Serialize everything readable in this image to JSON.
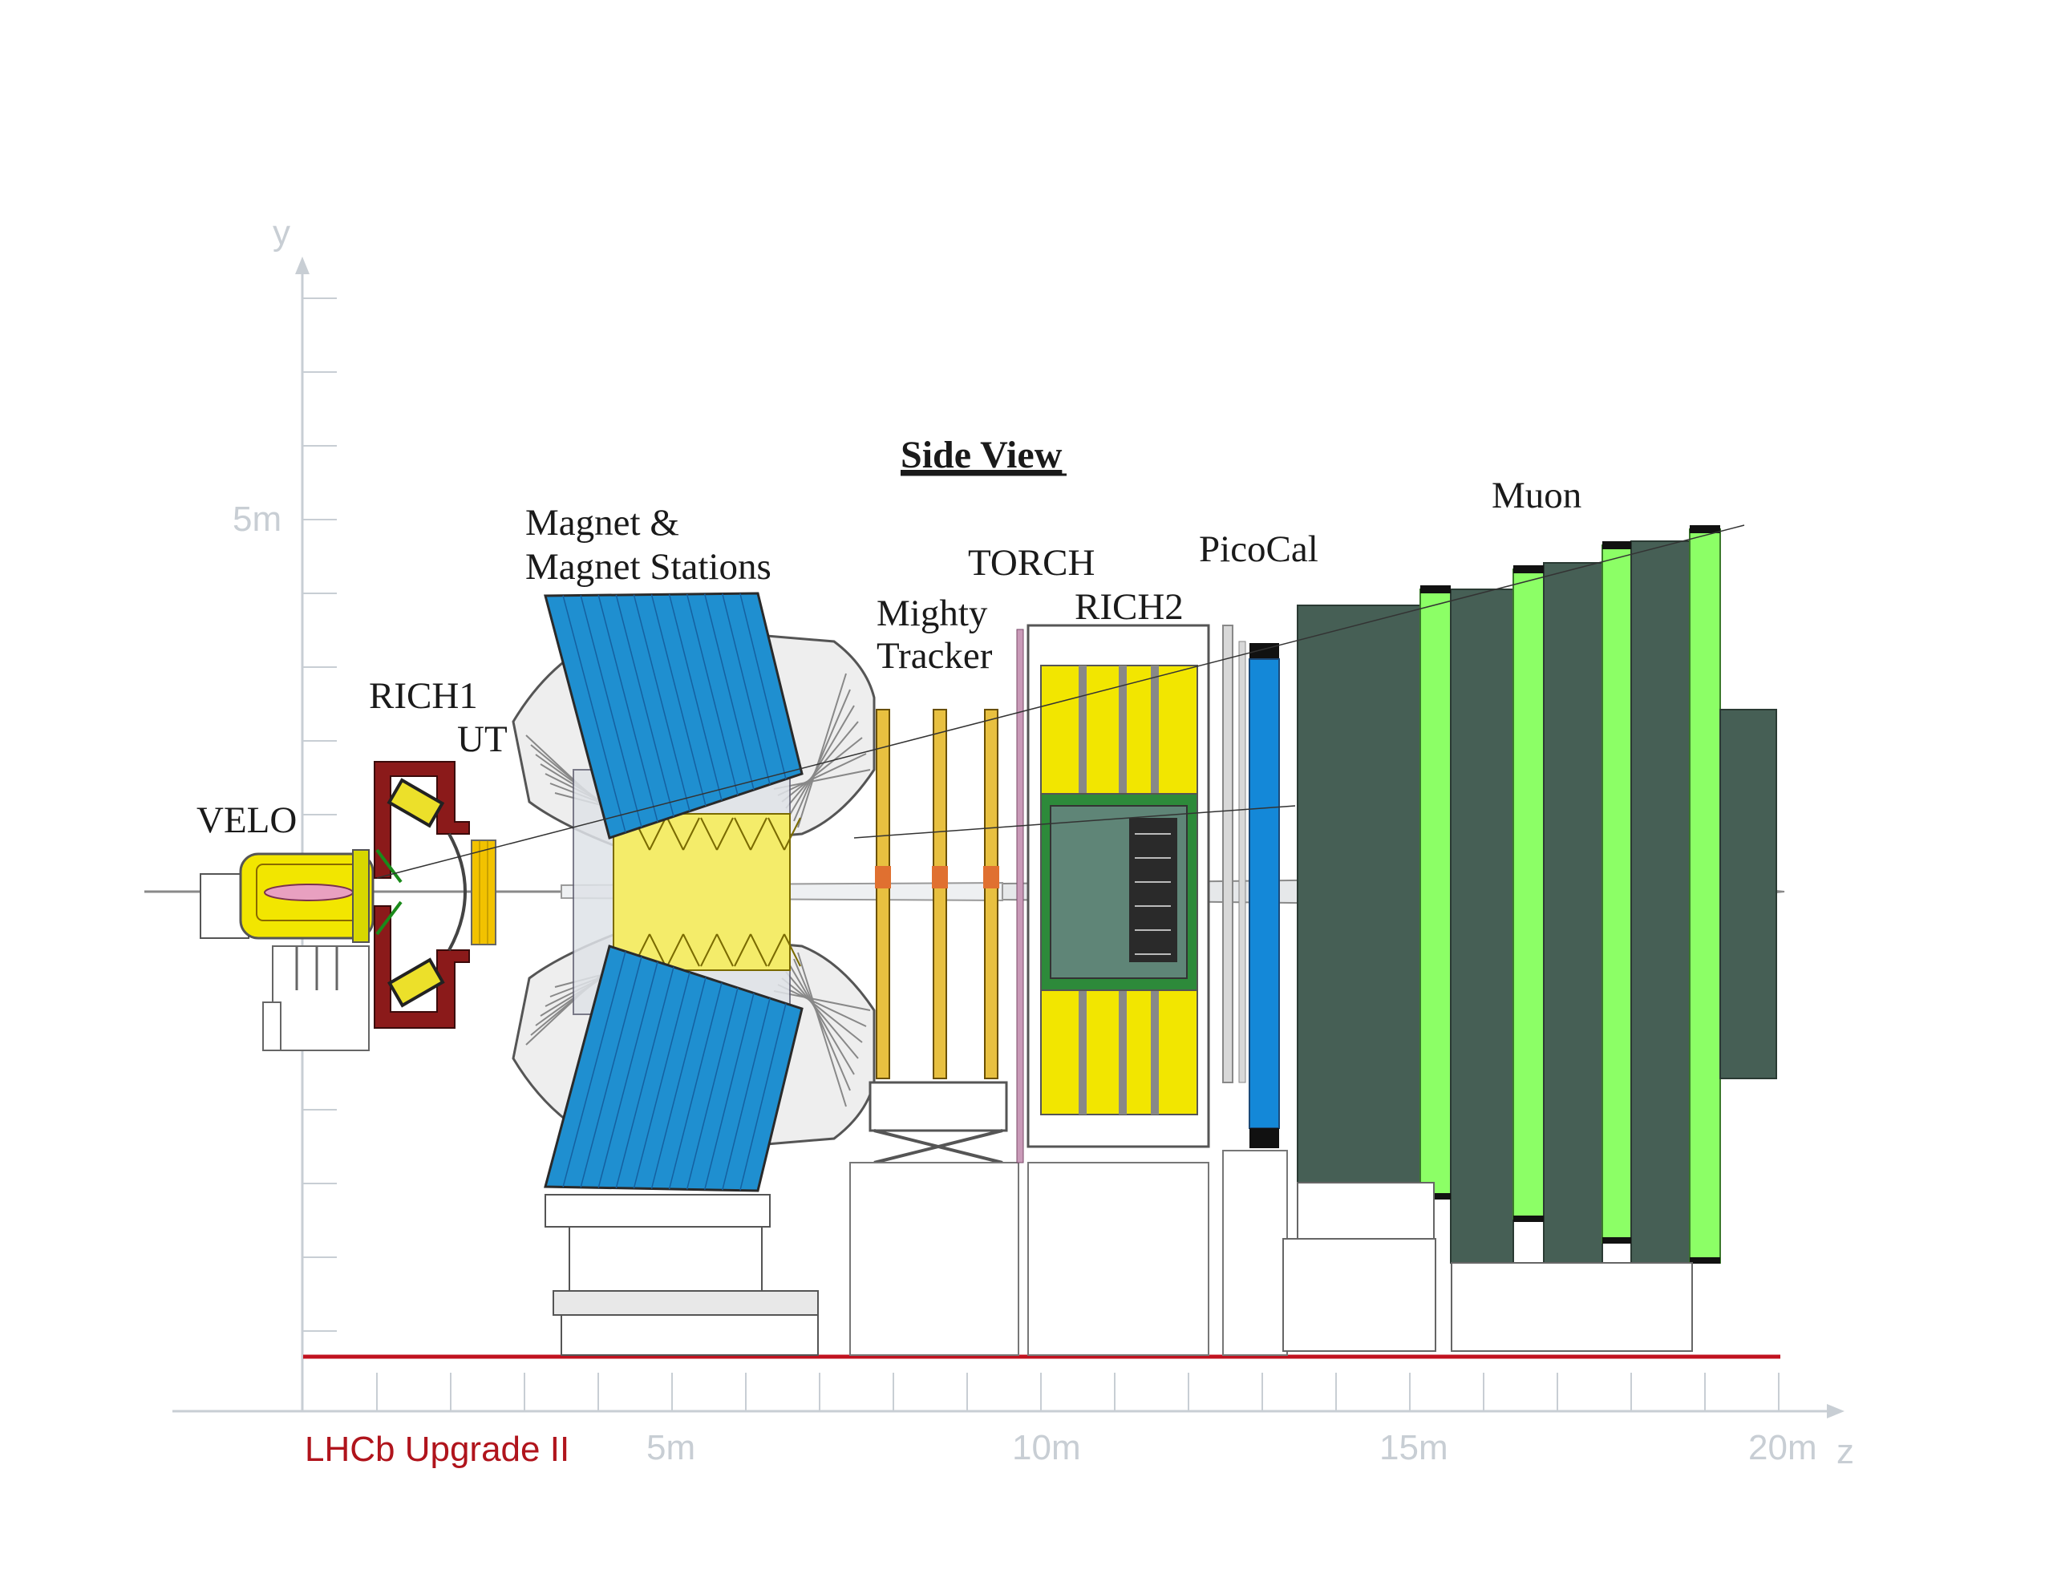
{
  "title": "Side View",
  "experiment_label": "LHCb Upgrade II",
  "axes": {
    "y_axis_label": "y",
    "z_axis_label": "z",
    "y_tick_label": "5m",
    "z_tick_labels": [
      "5m",
      "10m",
      "15m",
      "20m"
    ]
  },
  "labels": {
    "velo": "VELO",
    "rich1": "RICH1",
    "ut": "UT",
    "magnet_line1": "Magnet &",
    "magnet_line2": "Magnet Stations",
    "mighty_line1": "Mighty",
    "mighty_line2": "Tracker",
    "torch": "TORCH",
    "rich2": "RICH2",
    "picocal": "PicoCal",
    "muon": "Muon"
  },
  "colors": {
    "axis": "#c8ced4",
    "floor_line": "#c1121f",
    "experiment_label": "#b0141c",
    "magnet_blue": "#1f8fd0",
    "station_yellow": "#f2e600",
    "rich1_red": "#8b1a1a",
    "muon_dark": "#465f55",
    "muon_green": "#8cff66",
    "picocal_blue": "#1488d8"
  }
}
